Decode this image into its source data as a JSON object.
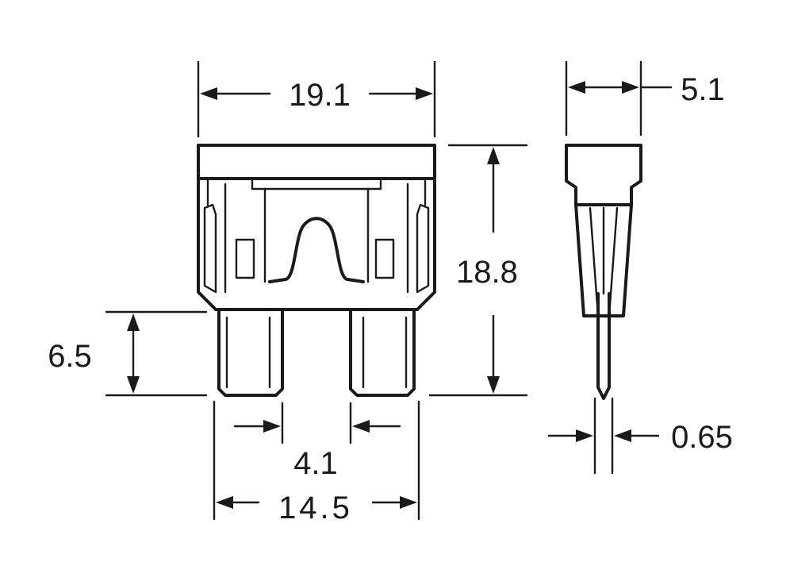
{
  "dimensions": {
    "body_width": "19.1",
    "body_height": "18.8",
    "blade_length": "6.5",
    "blade_gap": "4.1",
    "overall_blade_span": "14.5",
    "side_thickness": "5.1",
    "blade_thickness": "0.65"
  }
}
